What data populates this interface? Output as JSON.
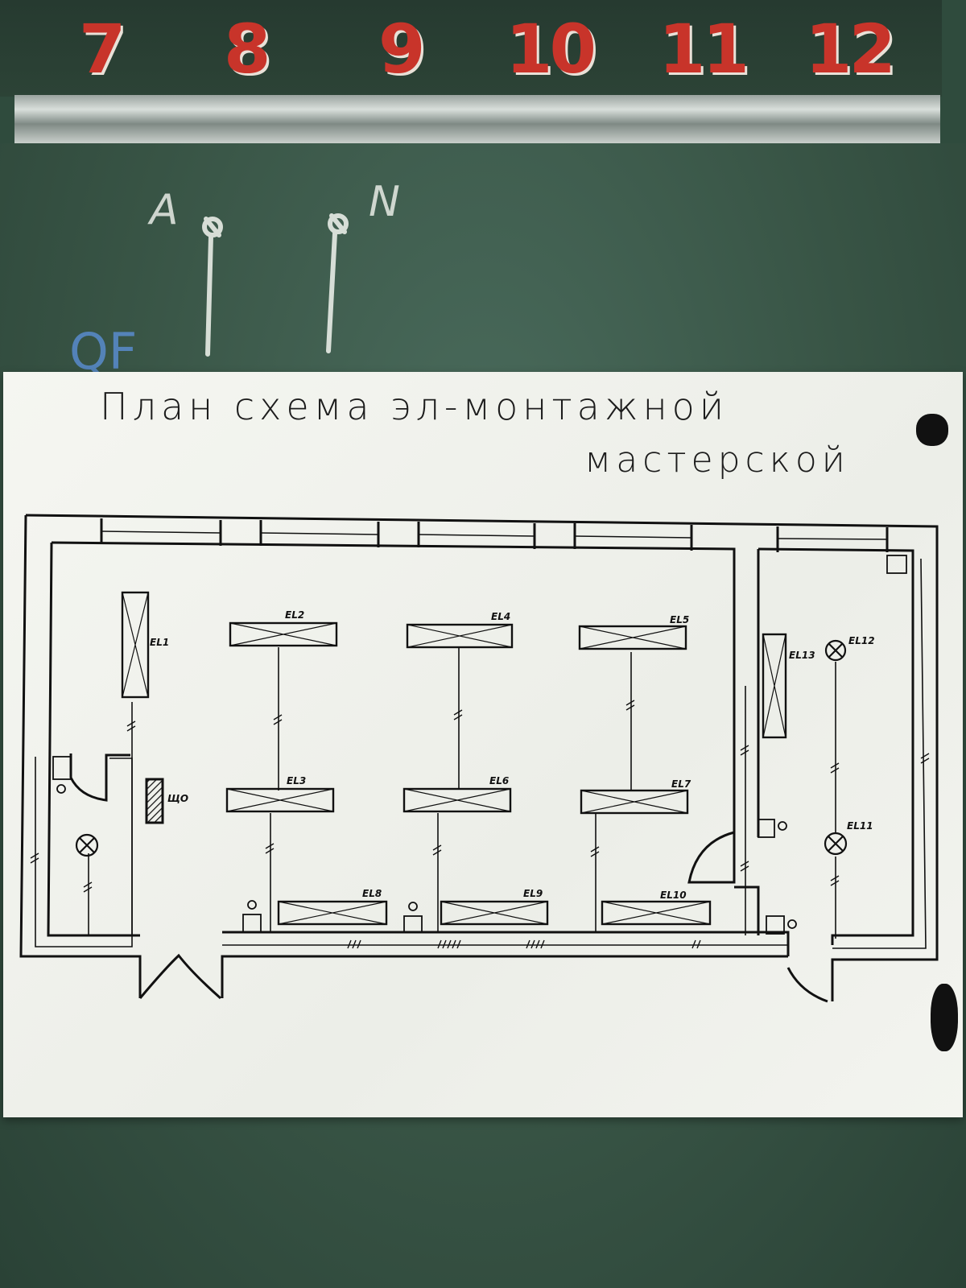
{
  "top_numbers": [
    "7",
    "8",
    "9",
    "10",
    "11",
    "12"
  ],
  "chalk": {
    "a": "A",
    "n": "N",
    "qf": "QF"
  },
  "poster": {
    "title_line1": "План схема эл-монтажной",
    "title_line2": "мастерской"
  },
  "labels": {
    "el1": "EL1",
    "el2": "EL2",
    "el3": "EL3",
    "el4": "EL4",
    "el5": "EL5",
    "el6": "EL6",
    "el7": "EL7",
    "el8": "EL8",
    "el9": "EL9",
    "el10": "EL10",
    "el11": "EL11",
    "el12": "EL12",
    "el13": "EL13",
    "shch": "ЩО"
  },
  "colors": {
    "numbers": "#c8342a",
    "chalk_white": "#e8ece6",
    "chalk_blue": "#5b8fd6",
    "board": "#385445",
    "paper": "#f3f4ef"
  }
}
